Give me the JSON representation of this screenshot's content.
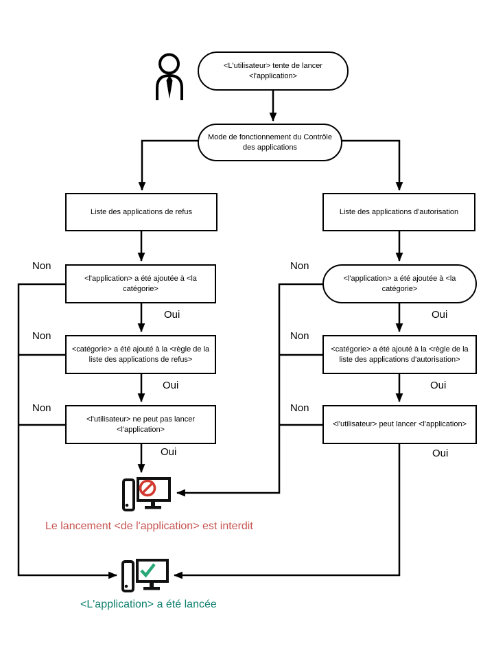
{
  "diagram": {
    "nodes": {
      "start": {
        "label": "<L'utilisateur> tente de lancer <l'application>"
      },
      "mode": {
        "label": "Mode de fonctionnement du Contrôle des applications"
      },
      "deny_list": {
        "label": "Liste des applications de refus"
      },
      "allow_list": {
        "label": "Liste des applications d'autorisation"
      },
      "deny_app_in_category": {
        "label": "<l'application> a été ajoutée à <la catégorie>"
      },
      "allow_app_in_category": {
        "label": "<l'application> a été ajoutée à <la catégorie>"
      },
      "deny_category_in_rule": {
        "label": "<catégorie> a été ajouté à la <règle de la liste des applications de refus>"
      },
      "allow_category_in_rule": {
        "label": "<catégorie> a été ajouté à la <règle de la liste des applications d'autorisation>"
      },
      "deny_result": {
        "label": "<l'utilisateur> ne peut pas lancer <l'application>"
      },
      "allow_result": {
        "label": "<l'utilisateur> peut lancer <l'application>"
      }
    },
    "branch_labels": {
      "yes": "Oui",
      "no": "Non"
    },
    "outcomes": {
      "forbidden": {
        "text": "Le lancement <de l'application> est interdit",
        "color": "#c75452"
      },
      "launched": {
        "text": "<L'application> a été lancée",
        "color": "#0e7f6d"
      }
    },
    "icons": {
      "user": "user-icon",
      "blocked_computer": "blocked-computer-icon",
      "launched_computer": "launched-computer-icon"
    },
    "colors": {
      "line": "#000000",
      "node_border": "#000000",
      "background": "#ffffff",
      "prohibit_red": "#d2382f",
      "check_green": "#28a877",
      "forbidden_text": "#c75452",
      "launched_text": "#0e7f6d"
    }
  }
}
